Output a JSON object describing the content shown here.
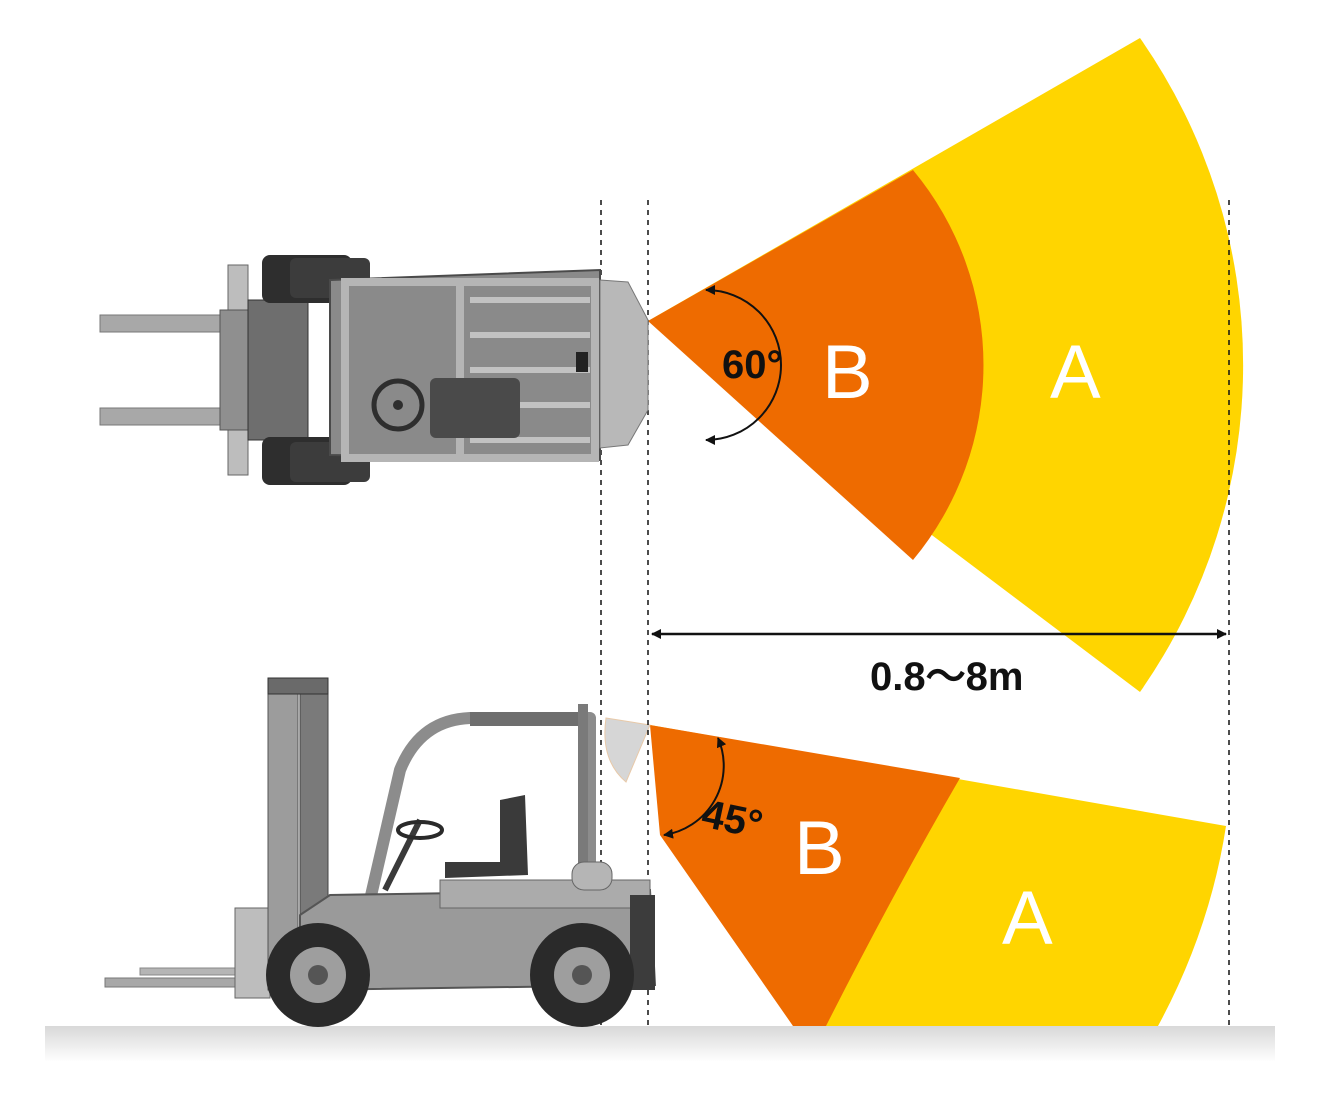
{
  "top_view": {
    "angle_label": "60°",
    "zone_b_label": "B",
    "zone_a_label": "A"
  },
  "side_view": {
    "angle_label": "45°",
    "zone_b_label": "B",
    "zone_a_label": "A"
  },
  "distance_label": "0.8～8m",
  "colors": {
    "zone_a": "#FFD500",
    "zone_b": "#EE6B00",
    "sensor_cone": "#DADADA",
    "forklift_body": "#9A9A9A",
    "forklift_dark": "#3A3A3A",
    "ground": "#E6E6E6"
  }
}
